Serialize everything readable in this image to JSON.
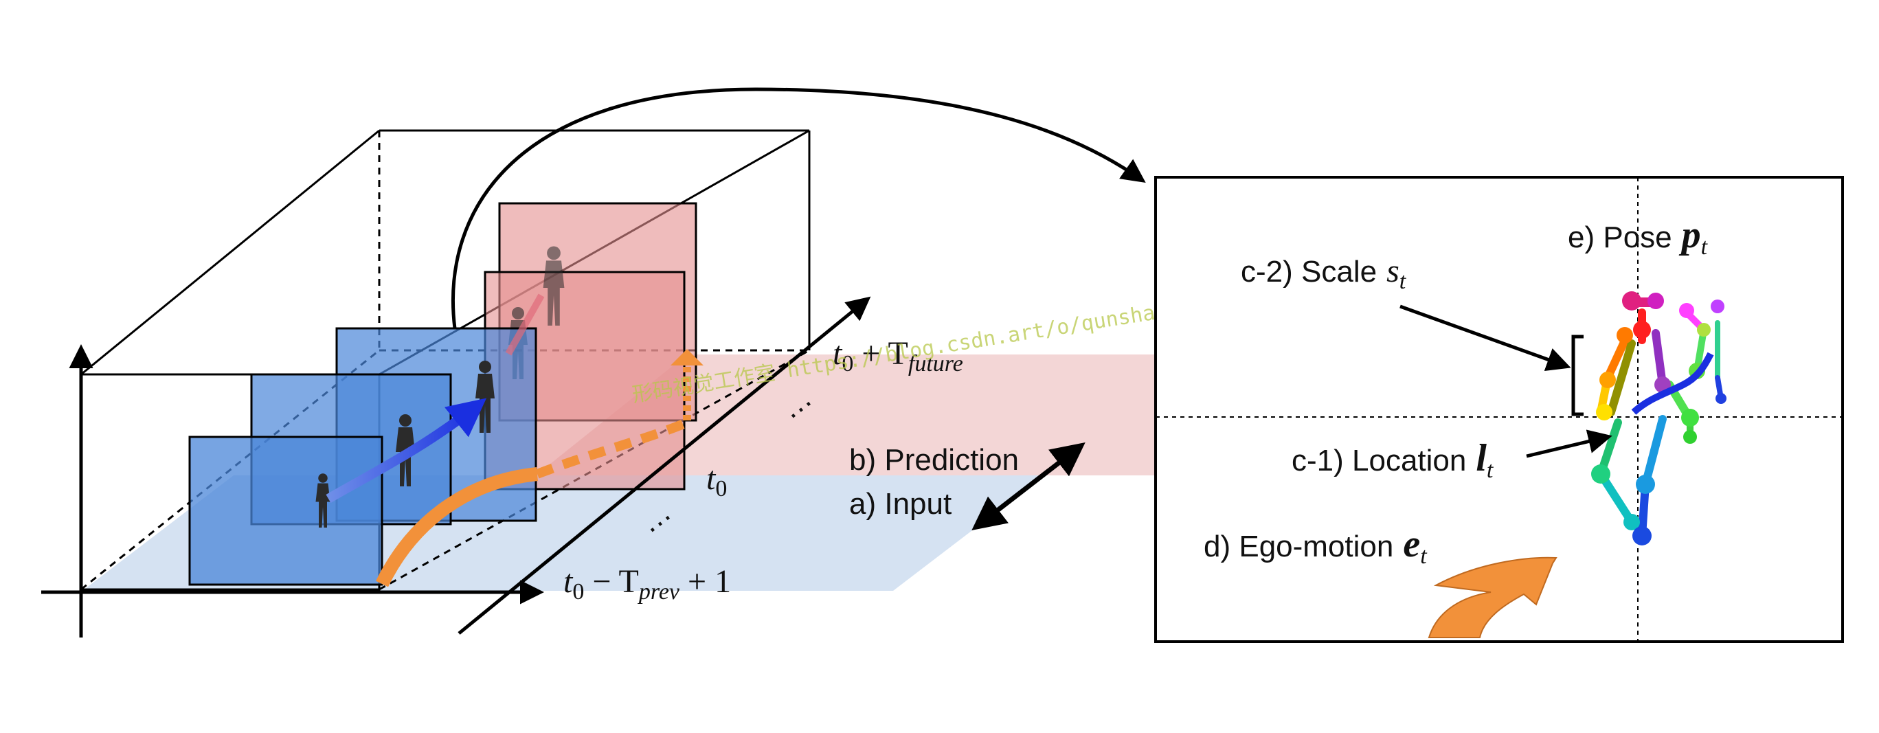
{
  "labels": {
    "t_future_base": "t",
    "t_future_sub0": "0",
    "t_future_op": " + T",
    "t_future_sub": "future",
    "t0_base": "t",
    "t0_sub": "0",
    "t_prev_base": "t",
    "t_prev_sub0": "0",
    "t_prev_op": " − T",
    "t_prev_sub": "prev",
    "t_prev_tail": " + 1",
    "prediction": "b) Prediction",
    "input": "a) Input",
    "scale": "c-2) Scale",
    "scale_var": "s",
    "scale_sub": "t",
    "pose": "e) Pose",
    "pose_var": "p",
    "pose_sub": "t",
    "location": "c-1) Location",
    "location_var": "l",
    "location_sub": "t",
    "ego": "d) Ego-motion",
    "ego_var": "e",
    "ego_sub": "t",
    "ellipsis": "…"
  },
  "watermark": "形码视觉工作室 https://blog.csdn.art/o/qunshan/work",
  "colors": {
    "input_frame": "#4a86d8",
    "prediction_frame": "#e48f8f",
    "input_plane": "#d5e2f2",
    "prediction_plane": "#f3d6d6",
    "trajectory_past": "#f2913a",
    "trajectory_blue": "#1a2fe0",
    "ego_arrow": "#f2913a"
  },
  "icons": {
    "person": "pedestrian-silhouette",
    "skeleton": "pose-skeleton"
  }
}
